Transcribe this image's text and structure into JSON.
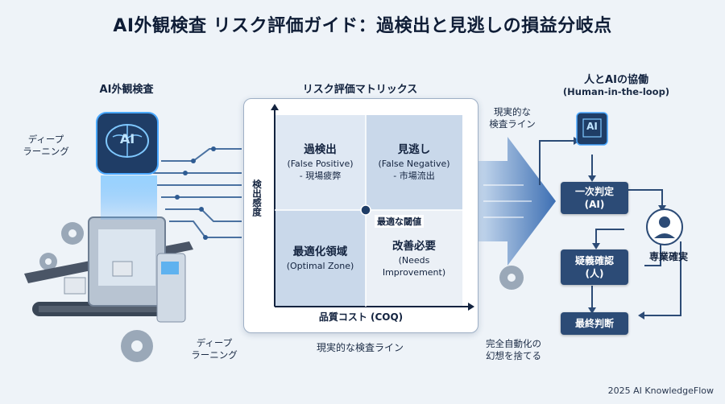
{
  "title": "AI外観検査 リスク評価ガイド：過検出と見逃しの損益分岐点",
  "left": {
    "heading": "AI外観検査",
    "ai_badge": "AI",
    "label_top": [
      "ディープ",
      "ラーニング"
    ],
    "label_bottom": [
      "ディープ",
      "ラーニング"
    ]
  },
  "matrix": {
    "heading": "リスク評価マトリックス",
    "y_axis": "検出感度",
    "x_axis": "品質コスト (COQ)",
    "optimal_point": "最適な閾値",
    "q_tl": {
      "title": "過検出",
      "en": "(False Positive)",
      "note": "- 現場疲弊"
    },
    "q_tr": {
      "title": "見逃し",
      "en": "(False Negative)",
      "note": "- 市場流出"
    },
    "q_bl": {
      "title": "最適化領域",
      "en": "(Optimal Zone)"
    },
    "q_br": {
      "title": "改善必要",
      "en": "(Needs Improvement)"
    },
    "below": "現実的な検査ライン"
  },
  "middle": {
    "realistic_line": [
      "現実的な",
      "検査ライン"
    ],
    "full_auto": [
      "完全自動化の",
      "幻想を捨てる"
    ]
  },
  "right": {
    "heading": "人とAIの協働",
    "subheading": "(Human-in-the-loop)",
    "chip_label": "AI",
    "first": [
      "一次判定",
      "(AI)"
    ],
    "expert": "専業確実",
    "doubt": [
      "疑義確認",
      "(人)"
    ],
    "final": "最終判断"
  },
  "footer": "2025 AI KnowledgeFlow",
  "colors": {
    "accent": "#2c4b76",
    "arrow": "#3d6fb3",
    "glow": "#4aa8ff"
  }
}
